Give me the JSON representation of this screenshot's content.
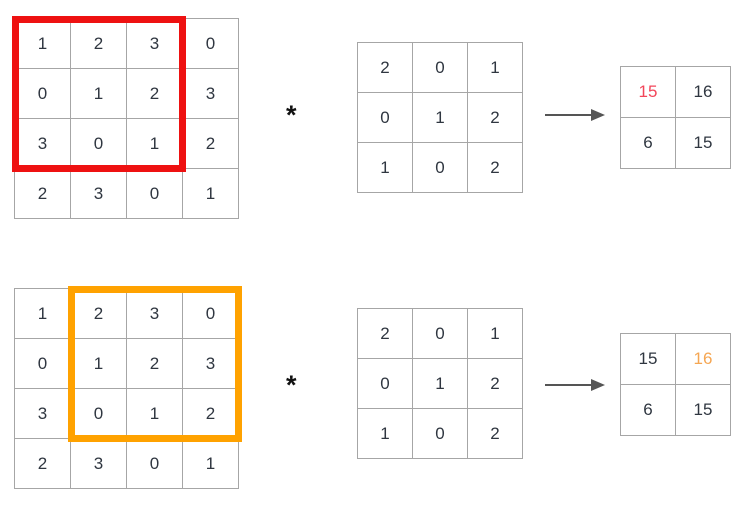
{
  "colors": {
    "grid_line": "#a6a6a6",
    "digit": "#2f3640",
    "red_box": "#ee1111",
    "orange_box": "#ffa200",
    "red_text": "#f2465a",
    "orange_text": "#f5a652",
    "arrow": "#555555"
  },
  "examples": [
    {
      "operator": "*",
      "input_matrix": {
        "rows": [
          [
            1,
            2,
            3,
            0
          ],
          [
            0,
            1,
            2,
            3
          ],
          [
            3,
            0,
            1,
            2
          ],
          [
            2,
            3,
            0,
            1
          ]
        ],
        "highlight": {
          "start_row": 0,
          "start_col": 0,
          "rows": 3,
          "cols": 3,
          "color": "#ee1111"
        }
      },
      "kernel_matrix": {
        "rows": [
          [
            2,
            0,
            1
          ],
          [
            0,
            1,
            2
          ],
          [
            1,
            0,
            2
          ]
        ]
      },
      "output_matrix": {
        "rows": [
          [
            15,
            16
          ],
          [
            6,
            15
          ]
        ],
        "highlight": {
          "row": 0,
          "col": 0,
          "color": "#f2465a"
        }
      }
    },
    {
      "operator": "*",
      "input_matrix": {
        "rows": [
          [
            1,
            2,
            3,
            0
          ],
          [
            0,
            1,
            2,
            3
          ],
          [
            3,
            0,
            1,
            2
          ],
          [
            2,
            3,
            0,
            1
          ]
        ],
        "highlight": {
          "start_row": 0,
          "start_col": 1,
          "rows": 3,
          "cols": 3,
          "color": "#ffa200"
        }
      },
      "kernel_matrix": {
        "rows": [
          [
            2,
            0,
            1
          ],
          [
            0,
            1,
            2
          ],
          [
            1,
            0,
            2
          ]
        ]
      },
      "output_matrix": {
        "rows": [
          [
            15,
            16
          ],
          [
            6,
            15
          ]
        ],
        "highlight": {
          "row": 0,
          "col": 1,
          "color": "#f5a652"
        }
      }
    }
  ]
}
